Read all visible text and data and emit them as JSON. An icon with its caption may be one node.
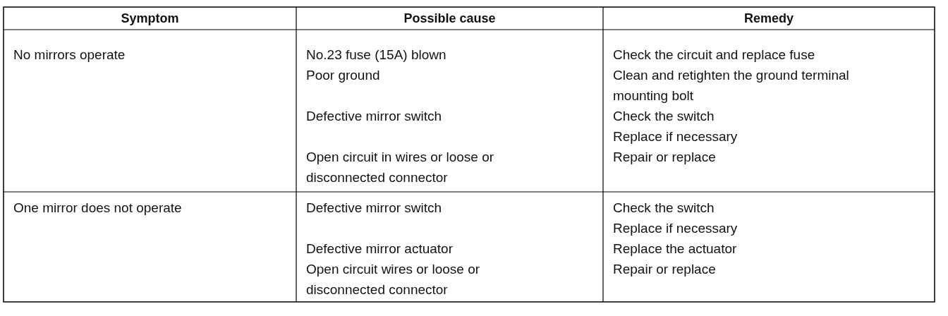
{
  "diagram": {
    "labels": [
      "Symptom",
      "Possible cause",
      "Remedy",
      "No mirrors operate",
      "No.23 fuse (15A) blown",
      "Poor ground",
      "Defective mirror switch",
      "Open circuit in wires or loose or disconnected connector",
      "Check the circuit and replace fuse",
      "Clean and retighten the ground terminal mounting bolt",
      "Check the switch",
      "Replace if necessary",
      "Repair or replace",
      "One mirror does not operate",
      "Defective mirror switch",
      "Defective mirror actuator",
      "Open circuit wires or loose or disconnected connector",
      "Check the switch",
      "Replace if necessary",
      "Replace the actuator",
      "Repair or replace"
    ]
  }
}
